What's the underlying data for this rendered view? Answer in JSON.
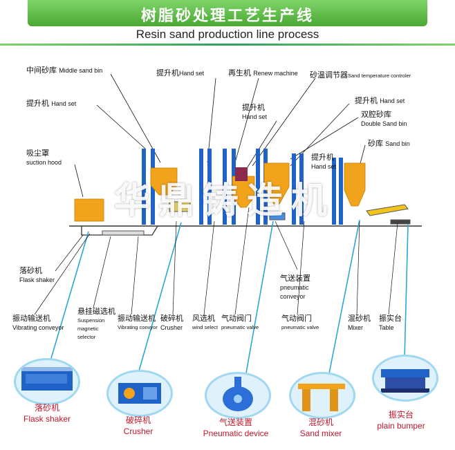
{
  "header": {
    "title_zh": "树脂砂处理工艺生产线",
    "title_en": "Resin sand production line process"
  },
  "watermark": "华鼎铸造机",
  "top_labels": {
    "middle_sand_bin": {
      "zh": "中间砂库",
      "en": "Middle sand bin"
    },
    "hand_set_1": {
      "zh": "提升机",
      "en": "Hand set"
    },
    "renew_machine": {
      "zh": "再生机",
      "en": "Renew machine"
    },
    "sand_temp": {
      "zh": "砂温调节器",
      "en": "Sand temperature controler"
    },
    "hand_set_2": {
      "zh": "提升机",
      "en": "Hand set"
    },
    "hand_set_3": {
      "zh": "提升机",
      "en": "Hand set"
    },
    "hand_set_4": {
      "zh": "提升机",
      "en": "Hand set"
    },
    "double_sand_bin": {
      "zh": "双腔砂库",
      "en": "Double Sand bin"
    },
    "suction_hood": {
      "zh": "吸尘罩",
      "en": "suction hood"
    },
    "sand_bin": {
      "zh": "砂库",
      "en": "Sand bin"
    },
    "hand_set_5": {
      "zh": "提升机",
      "en": "Hand set"
    }
  },
  "bottom_labels": {
    "flask_shaker": {
      "zh": "落砂机",
      "en": "Flask shaker"
    },
    "pneumatic_conveyor": {
      "zh": "气送装置",
      "en1": "pneumatic",
      "en2": "conveyor"
    },
    "vibrating_conveyor_1": {
      "zh": "振动输送机",
      "en": "Vibrating conveyor"
    },
    "suspension_selector": {
      "zh": "悬挂磁选机",
      "en1": "Suspension",
      "en2": "magnetic",
      "en3": "selector"
    },
    "vibrating_conveyor_2": {
      "zh": "振动输送机",
      "en": "Vibrating convyor"
    },
    "crusher": {
      "zh": "破碎机",
      "en": "Crusher"
    },
    "wind_select": {
      "zh": "风选机",
      "en": "wind select"
    },
    "pneumatic_valve_1": {
      "zh": "气动阀门",
      "en": "pneumatic valve"
    },
    "pneumatic_valve_2": {
      "zh": "气动阀门",
      "en": "pneumatic valve"
    },
    "mixer": {
      "zh": "混砂机",
      "en": "Mixer"
    },
    "table": {
      "zh": "振实台",
      "en": "Table"
    }
  },
  "photo_captions": [
    {
      "zh": "落砂机",
      "en": "Flask shaker"
    },
    {
      "zh": "破碎机",
      "en": "Crusher"
    },
    {
      "zh": "气送装置",
      "en": "Pneumatic device"
    },
    {
      "zh": "混砂机",
      "en": "Sand mixer"
    },
    {
      "zh": "振实台",
      "en": "plain bumper"
    }
  ],
  "colors": {
    "banner_green": "#4aa832",
    "elevator_blue": "#1f63c9",
    "bin_orange": "#f2a31c",
    "leader_cyan": "#29a7d8",
    "caption_red": "#c0152a"
  }
}
